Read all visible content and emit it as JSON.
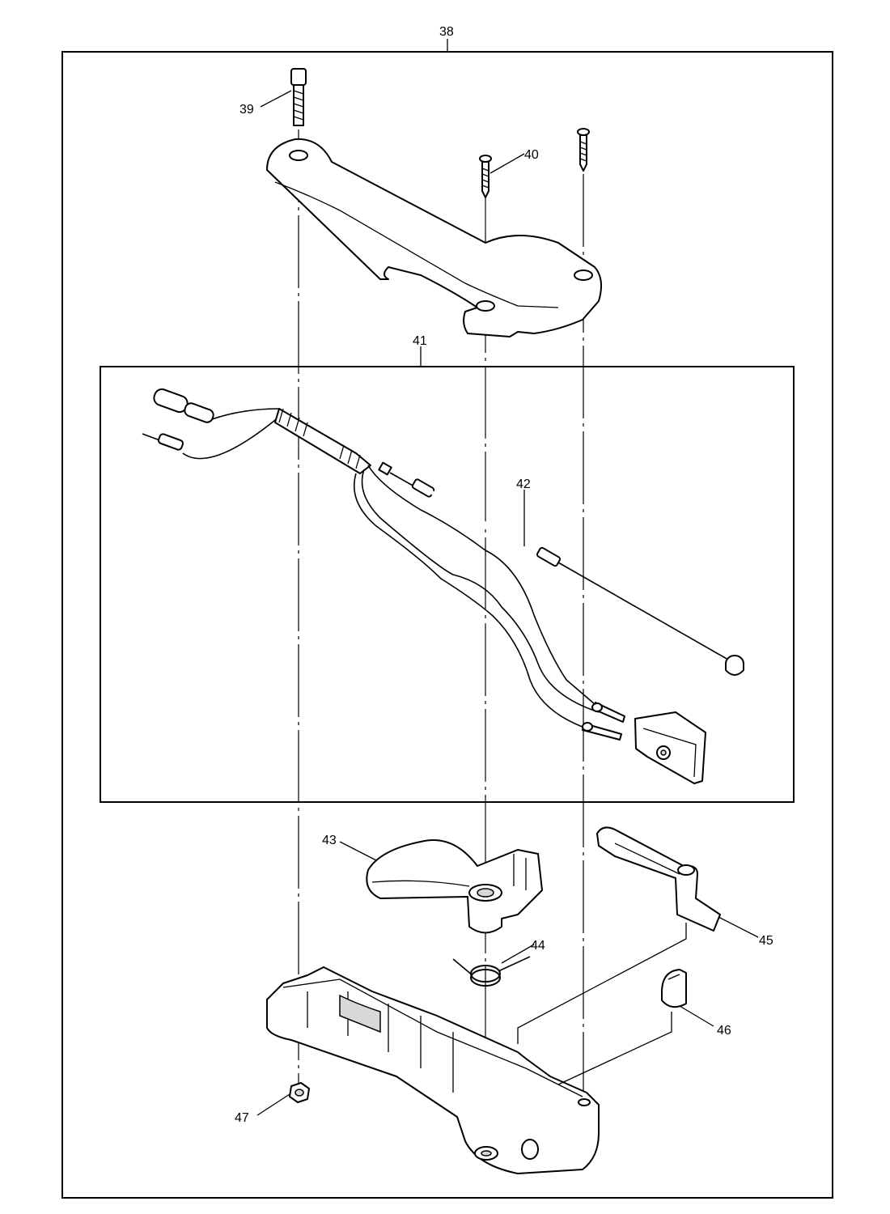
{
  "callouts": {
    "c38": "38",
    "c39": "39",
    "c40": "40",
    "c41": "41",
    "c42": "42",
    "c43": "43",
    "c44": "44",
    "c45": "45",
    "c46": "46",
    "c47": "47"
  }
}
